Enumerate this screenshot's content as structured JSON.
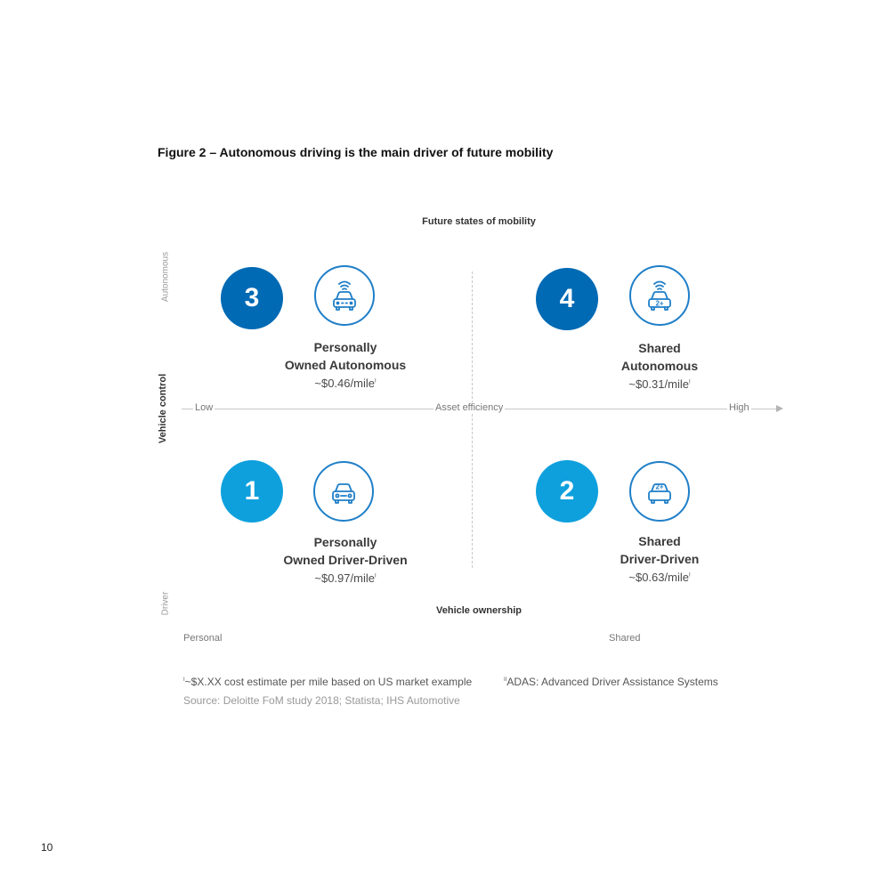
{
  "figure_title": "Figure 2 – Autonomous driving is the main driver of future mobility",
  "diagram_title": "Future states of mobility",
  "y_axis": {
    "title": "Vehicle control",
    "top_label": "Autonomous",
    "bottom_label": "Driver"
  },
  "asset_axis": {
    "low": "Low",
    "middle": "Asset efficiency",
    "high": "High"
  },
  "x_axis": {
    "title": "Vehicle ownership",
    "left": "Personal",
    "right": "Shared"
  },
  "quadrants": {
    "q3": {
      "number": "3",
      "line1": "Personally",
      "line2": "Owned Autonomous",
      "cost": "~$0.46/mile",
      "mark": "I",
      "icon": "autonomous-car-icon"
    },
    "q4": {
      "number": "4",
      "line1": "Shared",
      "line2": "Autonomous",
      "cost": "~$0.31/mile",
      "mark": "I",
      "icon": "autonomous-shared-car-icon",
      "badge": "2+"
    },
    "q1": {
      "number": "1",
      "line1": "Personally",
      "line2": "Owned Driver-Driven",
      "cost": "~$0.97/mile",
      "mark": "I",
      "icon": "car-icon"
    },
    "q2": {
      "number": "2",
      "line1": "Shared",
      "line2": "Driver-Driven",
      "cost": "~$0.63/mile",
      "mark": "I",
      "icon": "shared-car-icon",
      "badge": "2+"
    }
  },
  "footnotes": {
    "note1_mark": "I",
    "note1": "~$X.XX cost estimate per mile based on US market example",
    "note2_mark": "II",
    "note2": "ADAS: Advanced Driver Assistance Systems",
    "source": "Source: Deloitte FoM study 2018; Statista; IHS Automotive"
  },
  "page_number": "10",
  "colors": {
    "dark_blue": "#006ab4",
    "light_blue": "#0ea0dd",
    "icon_blue": "#1f7fc8"
  }
}
